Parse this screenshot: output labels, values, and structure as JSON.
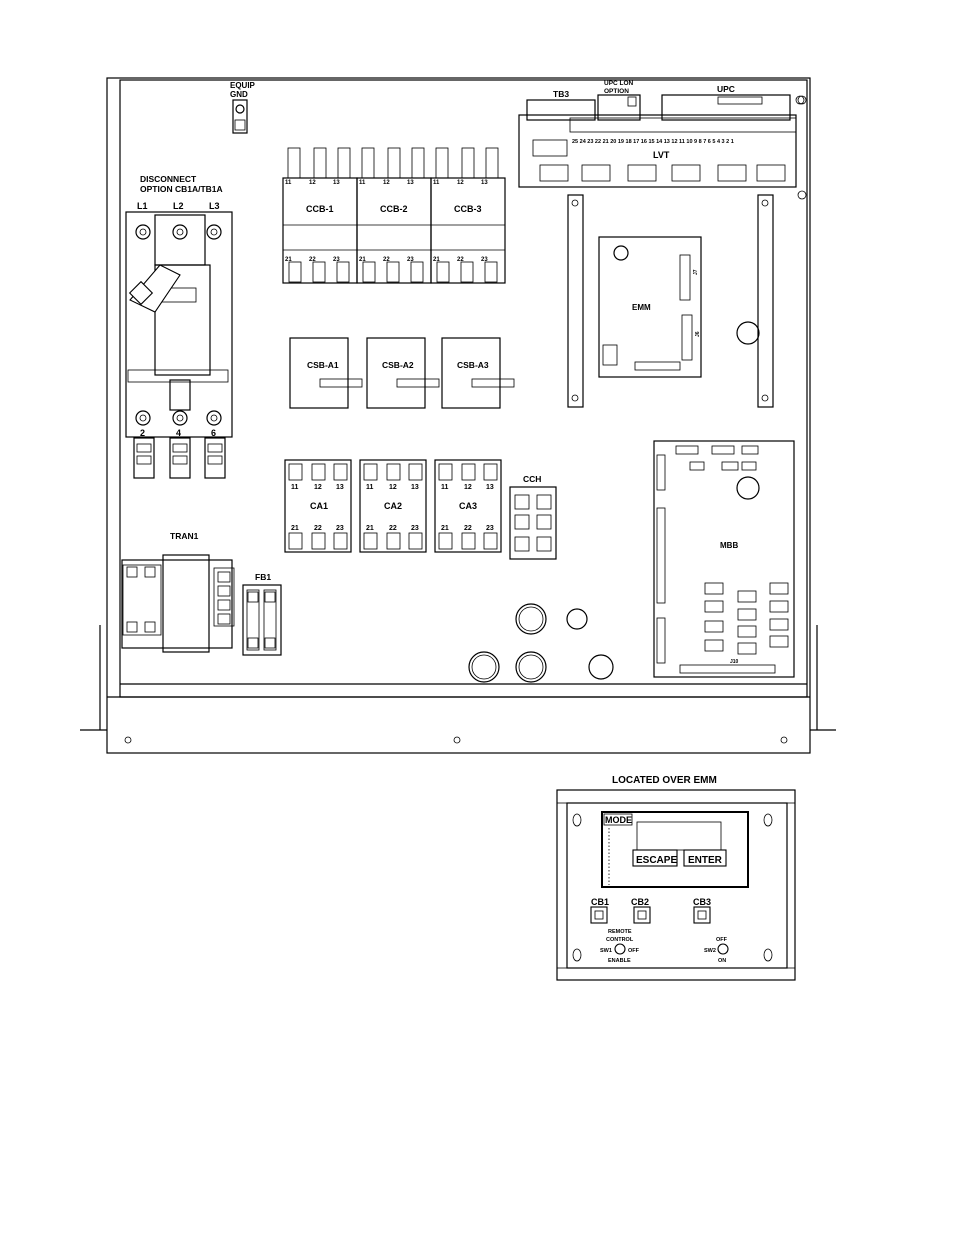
{
  "panel": {
    "equip_gnd": [
      "EQUIP",
      "GND"
    ],
    "disconnect": [
      "DISCONNECT",
      "OPTION  CB1A/TB1A"
    ],
    "line_terms": [
      "L1",
      "L2",
      "L3"
    ],
    "load_terms": [
      "2",
      "4",
      "6"
    ],
    "ccb": [
      "CCB-1",
      "CCB-2",
      "CCB-3"
    ],
    "ccb_top_terms": [
      "11",
      "12",
      "13"
    ],
    "ccb_bottom_terms": [
      "21",
      "22",
      "23"
    ],
    "csb": [
      "CSB-A1",
      "CSB-A2",
      "CSB-A3"
    ],
    "ca": [
      "CA1",
      "CA2",
      "CA3"
    ],
    "ca_top_terms": [
      "11",
      "12",
      "13"
    ],
    "ca_bottom_terms": [
      "21",
      "22",
      "23"
    ],
    "cch": "CCH",
    "tran": "TRAN1",
    "fb": "FB1",
    "tb3": "TB3",
    "upc_lon": [
      "UPC LON",
      "OPTION"
    ],
    "upc": "UPC",
    "lvt": "LVT",
    "lvt_numbers": "25 24 23 22 21 20 19 18 17 16 15 14 13 12 11 10 9 8 7 6 5 4 3 2 1",
    "emm": "EMM",
    "mbb": "MBB",
    "emm_connectors": [
      "J7",
      "J6"
    ],
    "mbb_connector": "J10"
  },
  "display_panel": {
    "heading": "LOCATED OVER EMM",
    "mode": "MODE",
    "escape": "ESCAPE",
    "enter": "ENTER",
    "breakers": [
      "CB1",
      "CB2",
      "CB3"
    ],
    "remote_control": [
      "REMOTE",
      "CONTROL"
    ],
    "sw1": "SW1",
    "sw1_off": "OFF",
    "sw1_enable": "ENABLE",
    "sw2": "SW2",
    "sw2_off": "OFF",
    "sw2_on": "ON"
  }
}
